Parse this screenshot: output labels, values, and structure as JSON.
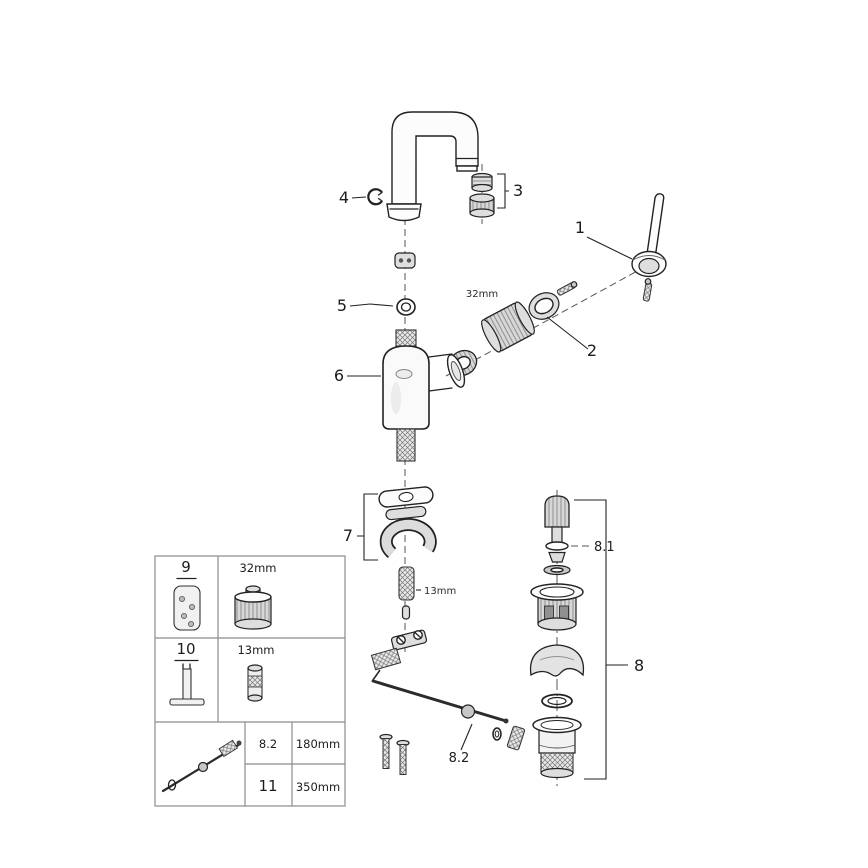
{
  "diagram": {
    "callouts": {
      "c1": "1",
      "c2": "2",
      "c3": "3",
      "c4": "4",
      "c5": "5",
      "c6": "6",
      "c7": "7",
      "c8": "8",
      "c8_1": "8.1",
      "c8_2": "8.2"
    },
    "dims": {
      "cartridge": "32mm",
      "stud": "13mm"
    }
  },
  "legend": {
    "row1": {
      "id": "9",
      "dim": "32mm"
    },
    "row2": {
      "id": "10",
      "dim": "13mm"
    },
    "row3": {
      "ref": "8.2",
      "ref_len": "180mm",
      "id": "11",
      "id_len": "350mm"
    }
  },
  "colors": {
    "line": "#1c1c1c",
    "shade": "#dedede",
    "table_border": "#8b8b8b",
    "background": "#ffffff"
  }
}
